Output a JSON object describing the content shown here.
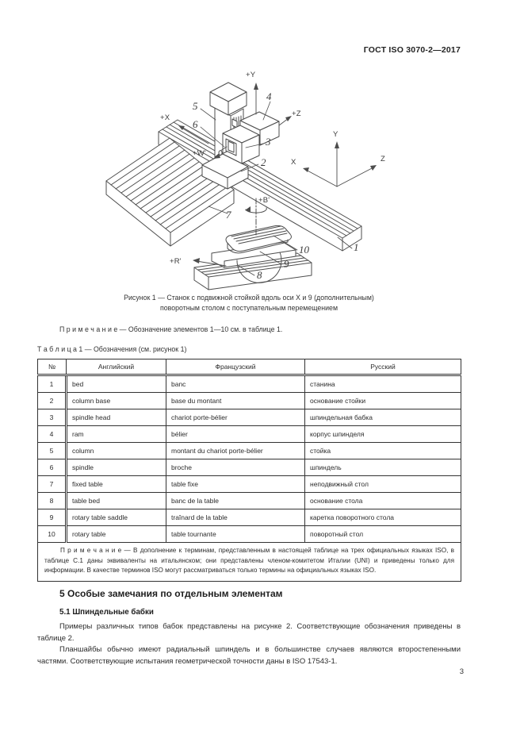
{
  "header": {
    "document_code": "ГОСТ ISO 3070-2—2017"
  },
  "figure": {
    "caption_line1": "Рисунок 1 — Станок с подвижной стойкой вдоль оси X и 9 (дополнительным)",
    "caption_line2": "поворотным столом с поступательным перемещением",
    "note": "П р и м е ч а н и е — Обозначение элементов 1—10 см. в таблице 1.",
    "axes": {
      "plus_x": "+X",
      "plus_y": "+Y",
      "plus_z": "+Z",
      "plus_w": "+W'",
      "plus_b": "+B'",
      "plus_r": "+R'",
      "tri_x": "X",
      "tri_y": "Y",
      "tri_z": "Z"
    },
    "parts": {
      "n1": "1",
      "n2": "2",
      "n3": "3",
      "n4": "4",
      "n5": "5",
      "n6": "6",
      "n7": "7",
      "n8": "8",
      "n9": "9",
      "n10": "10"
    }
  },
  "table": {
    "title": "Т а б л и ц а  1 — Обозначения (см. рисунок 1)",
    "headers": {
      "num": "№",
      "en": "Английский",
      "fr": "Французский",
      "ru": "Русский"
    },
    "rows": [
      {
        "num": "1",
        "en": "bed",
        "fr": "banc",
        "ru": "станина"
      },
      {
        "num": "2",
        "en": "column base",
        "fr": "base du montant",
        "ru": "основание стойки"
      },
      {
        "num": "3",
        "en": "spindle head",
        "fr": "chariot porte-bélier",
        "ru": "шпиндельная бабка"
      },
      {
        "num": "4",
        "en": "ram",
        "fr": "bélier",
        "ru": "корпус шпинделя"
      },
      {
        "num": "5",
        "en": "column",
        "fr": "montant du chariot porte-bélier",
        "ru": "стойка"
      },
      {
        "num": "6",
        "en": "spindle",
        "fr": "broche",
        "ru": "шпиндель"
      },
      {
        "num": "7",
        "en": "fixed table",
        "fr": "table fixe",
        "ru": "неподвижный стол"
      },
      {
        "num": "8",
        "en": "table bed",
        "fr": "banc de la table",
        "ru": "основание стола"
      },
      {
        "num": "9",
        "en": "rotary table saddle",
        "fr": "traînard de la table",
        "ru": "каретка поворотного стола"
      },
      {
        "num": "10",
        "en": "rotary table",
        "fr": "table tournante",
        "ru": "поворотный стол"
      }
    ],
    "note": "П р и м е ч а н и е — В дополнение к терминам, представленным в настоящей таблице на трех официальных языках ISO, в таблице С.1 даны эквиваленты на итальянском; они представлены членом-комитетом Италии (UNI) и приведены только для информации. В качестве терминов ISO могут рассматриваться только термины на официальных языках ISO."
  },
  "section": {
    "heading": "5 Особые замечания по отдельным элементам",
    "subheading": "5.1 Шпиндельные бабки",
    "paragraph1": "Примеры различных типов бабок представлены на рисунке 2. Соответствующие обозначения приведены в таблице 2.",
    "paragraph2": "Планшайбы обычно имеют радиальный шпиндель и в большинстве случаев являются второстепенными частями. Соответствующие испытания геометрической точности даны в ISO 17543-1."
  },
  "footer": {
    "page_number": "3"
  }
}
